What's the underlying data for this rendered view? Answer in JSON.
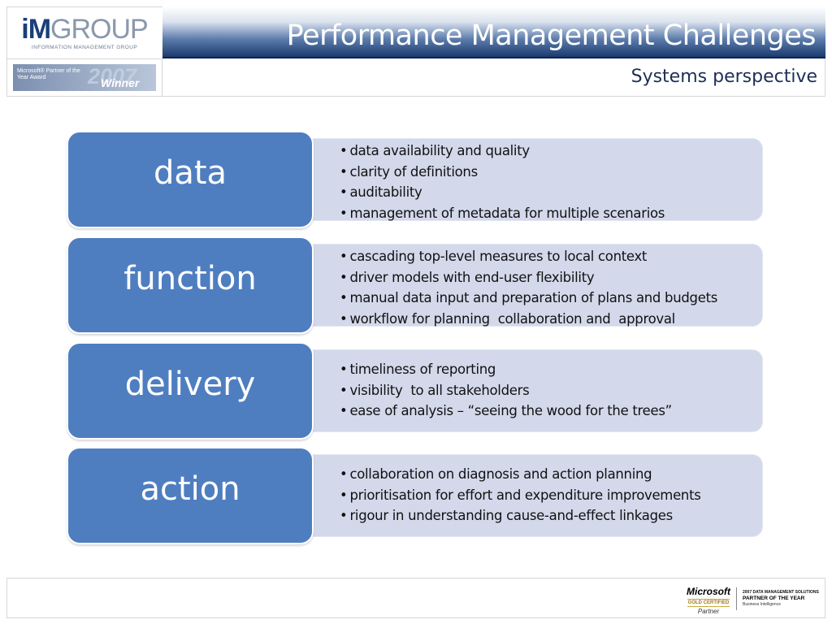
{
  "header": {
    "logo_im": "iM",
    "logo_group": "GROUP",
    "logo_sub": "INFORMATION MANAGEMENT GROUP",
    "title": "Performance Management Challenges",
    "subtitle": "Systems perspective",
    "award": {
      "text": "Microsoft® Partner of the Year Award",
      "year": "2007",
      "winner": "Winner"
    }
  },
  "rows": [
    {
      "label": "data",
      "bullets": [
        "data availability and quality",
        "clarity of definitions",
        "auditability",
        "management of metadata for multiple scenarios"
      ]
    },
    {
      "label": "function",
      "bullets": [
        "cascading top-level measures to local context",
        "driver models with end-user flexibility",
        "manual data input and preparation of plans and budgets",
        "workflow for planning  collaboration and  approval"
      ]
    },
    {
      "label": "delivery",
      "bullets": [
        "timeliness of reporting",
        "visibility  to all stakeholders",
        "ease of analysis – “seeing the wood for the trees”"
      ]
    },
    {
      "label": "action",
      "bullets": [
        "collaboration on diagnosis and action planning",
        "prioritisation for effort and expenditure improvements",
        "rigour in understanding cause-and-effect linkages"
      ]
    }
  ],
  "footer": {
    "ms_name": "Microsoft",
    "ms_gold": "GOLD CERTIFIED",
    "ms_partner": "Partner",
    "award_line1": "2007 DATA MANAGEMENT SOLUTIONS",
    "award_line2": "PARTNER OF THE YEAR",
    "award_line3": "Business Intelligence"
  },
  "colors": {
    "label_fill": "#4f7ec0",
    "panel_fill": "#d3d9eb",
    "title_bar_dark": "#1c3a6e"
  }
}
